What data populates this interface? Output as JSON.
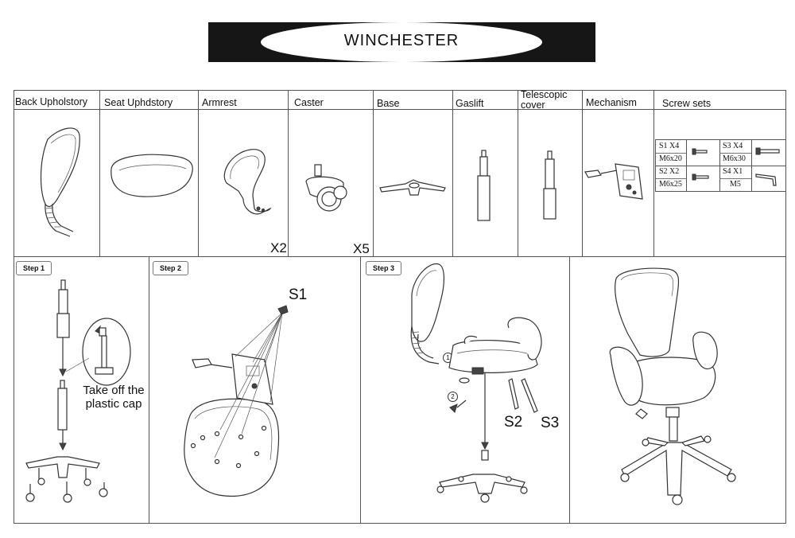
{
  "title": "WINCHESTER",
  "parts": [
    {
      "label": "Back Upholstory"
    },
    {
      "label": "Seat Uphdstory"
    },
    {
      "label": "Armrest",
      "qty": "X2"
    },
    {
      "label": "Caster",
      "qty": "X5"
    },
    {
      "label": "Base"
    },
    {
      "label": "Gaslift"
    },
    {
      "label": "Telescopic\ncover"
    },
    {
      "label": "Mechanism"
    },
    {
      "label": "Screw sets"
    }
  ],
  "screws": {
    "s1": {
      "code": "S1 X4",
      "size": "M6x20"
    },
    "s2": {
      "code": "S2 X2",
      "size": "M6x25"
    },
    "s3": {
      "code": "S3  X4",
      "size": "M6x30"
    },
    "s4": {
      "code": "S4 X1",
      "size": "M5"
    }
  },
  "steps": {
    "step1": {
      "tag": "Step 1",
      "callout": "Take off the\nplastic cap"
    },
    "step2": {
      "tag": "Step 2",
      "screw_label": "S1"
    },
    "step3": {
      "tag": "Step 3",
      "marker1": "1",
      "marker2": "2",
      "screw_a": "S2",
      "screw_b": "S3"
    }
  }
}
